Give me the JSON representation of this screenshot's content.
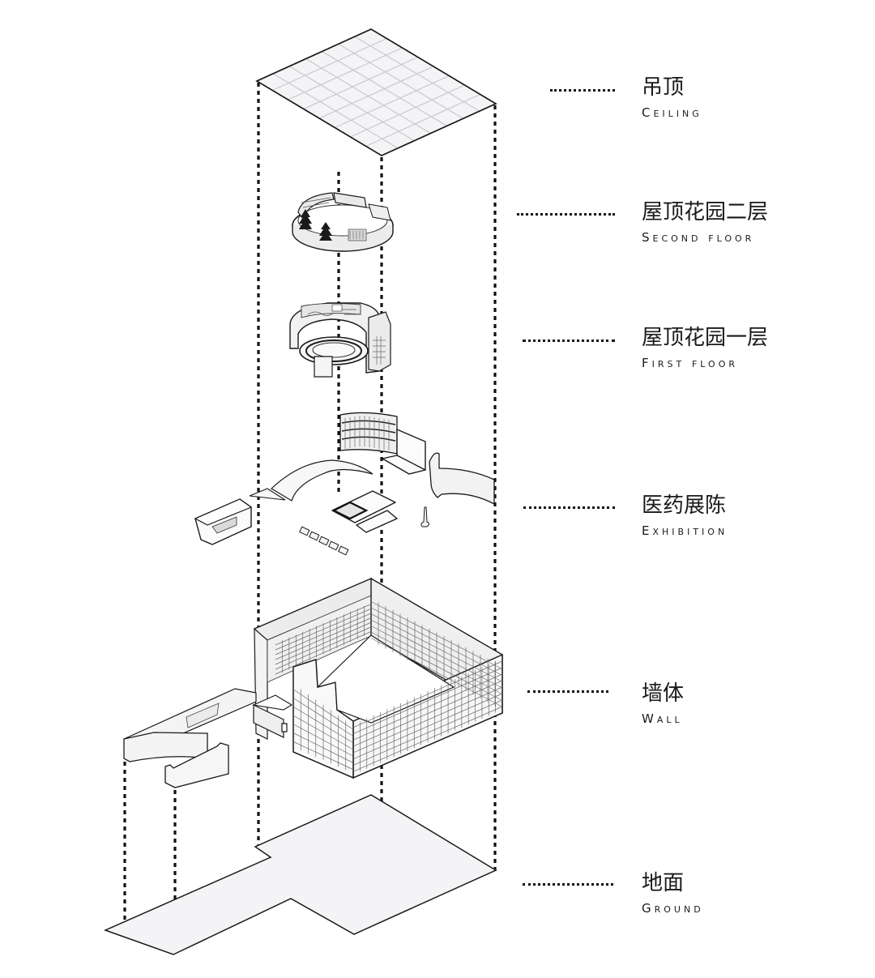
{
  "diagram": {
    "title": "Exploded axonometric diagram",
    "layers": [
      {
        "id": "ceiling",
        "cn": "吊顶",
        "en": "Ceiling"
      },
      {
        "id": "second-floor",
        "cn": "屋顶花园二层",
        "en": "Second floor"
      },
      {
        "id": "first-floor",
        "cn": "屋顶花园一层",
        "en": "First floor"
      },
      {
        "id": "exhibition",
        "cn": "医药展陈",
        "en": "Exhibition"
      },
      {
        "id": "wall",
        "cn": "墙体",
        "en": "Wall"
      },
      {
        "id": "ground",
        "cn": "地面",
        "en": "Ground"
      }
    ],
    "colors": {
      "line": "#1a1a1a",
      "surface": "#f3f3f4",
      "grid": "#c9c9cc",
      "background": "#ffffff"
    }
  }
}
